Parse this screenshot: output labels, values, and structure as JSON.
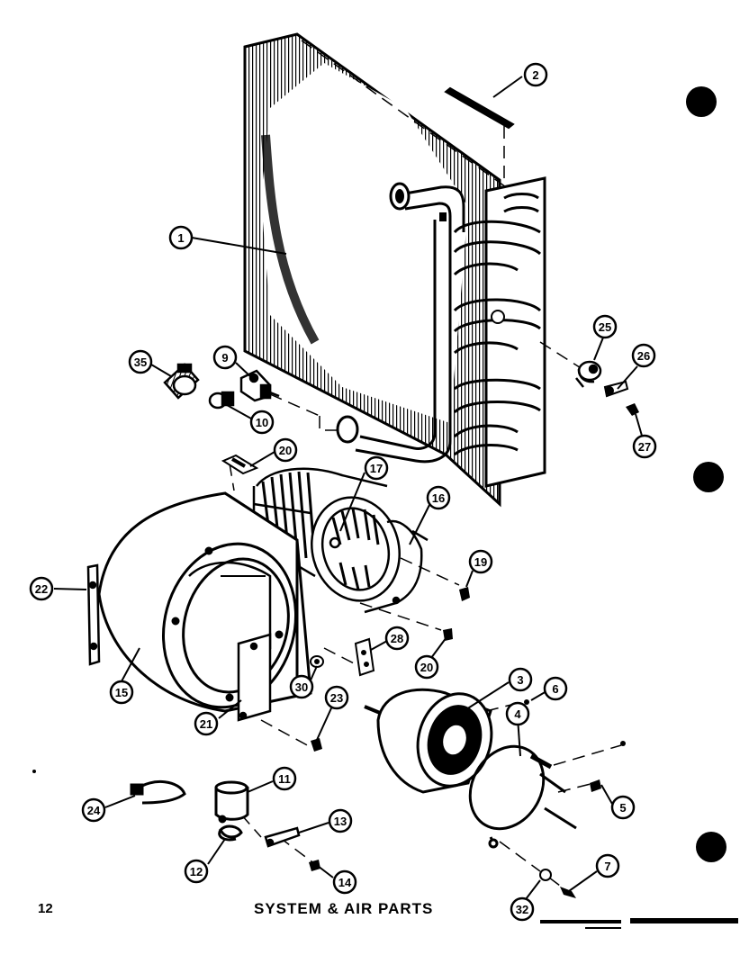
{
  "page": {
    "number": "12",
    "title": "SYSTEM & AIR PARTS"
  },
  "callouts": {
    "c1": "1",
    "c2": "2",
    "c3": "3",
    "c4": "4",
    "c5": "5",
    "c6": "6",
    "c7": "7",
    "c9": "9",
    "c10": "10",
    "c11": "11",
    "c12": "12",
    "c13": "13",
    "c14": "14",
    "c15": "15",
    "c16": "16",
    "c17": "17",
    "c19": "19",
    "c20a": "20",
    "c20b": "20",
    "c21": "21",
    "c22": "22",
    "c23": "23",
    "c24": "24",
    "c25": "25",
    "c26": "26",
    "c27": "27",
    "c28": "28",
    "c30": "30",
    "c32": "32",
    "c35": "35"
  }
}
